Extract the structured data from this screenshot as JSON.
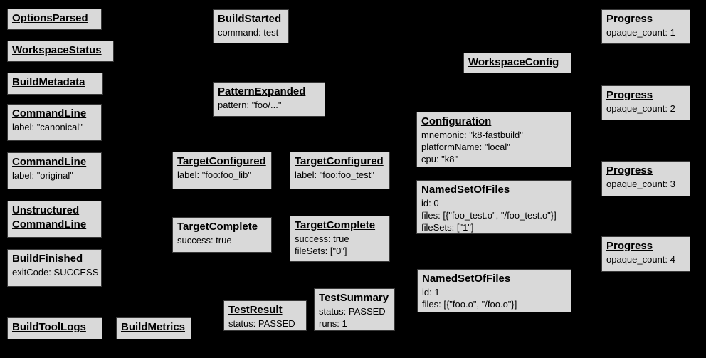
{
  "diagram": {
    "background_color": "#000000",
    "node_fill_color": "#d9d9d9",
    "node_border_color": "#383838",
    "text_color": "#000000"
  },
  "nodes": {
    "options_parsed": {
      "title": "OptionsParsed",
      "lines": []
    },
    "workspace_status": {
      "title": "WorkspaceStatus",
      "lines": []
    },
    "build_metadata": {
      "title": "BuildMetadata",
      "lines": []
    },
    "command_line_canonical": {
      "title": "CommandLine",
      "lines": [
        "label: \"canonical\""
      ]
    },
    "command_line_original": {
      "title": "CommandLine",
      "lines": [
        "label: \"original\""
      ]
    },
    "unstructured_command_line": {
      "title": "Unstructured CommandLine",
      "lines": []
    },
    "build_finished": {
      "title": "BuildFinished",
      "lines": [
        "exitCode: SUCCESS"
      ]
    },
    "build_tool_logs": {
      "title": "BuildToolLogs",
      "lines": []
    },
    "build_metrics": {
      "title": "BuildMetrics",
      "lines": []
    },
    "build_started": {
      "title": "BuildStarted",
      "lines": [
        "command: test"
      ]
    },
    "pattern_expanded": {
      "title": "PatternExpanded",
      "lines": [
        "pattern: \"foo/...\""
      ]
    },
    "target_configured_foo_lib": {
      "title": "TargetConfigured",
      "lines": [
        "label: \"foo:foo_lib\""
      ]
    },
    "target_configured_foo_test": {
      "title": "TargetConfigured",
      "lines": [
        "label: \"foo:foo_test\""
      ]
    },
    "target_complete_foo_lib": {
      "title": "TargetComplete",
      "lines": [
        "success: true"
      ]
    },
    "target_complete_foo_test": {
      "title": "TargetComplete",
      "lines": [
        "success: true",
        "fileSets: [\"0\"]"
      ]
    },
    "test_result": {
      "title": "TestResult",
      "lines": [
        "status: PASSED"
      ]
    },
    "test_summary": {
      "title": "TestSummary",
      "lines": [
        "status: PASSED",
        "runs: 1"
      ]
    },
    "workspace_config": {
      "title": "WorkspaceConfig",
      "lines": []
    },
    "configuration": {
      "title": "Configuration",
      "lines": [
        "mnemonic: \"k8-fastbuild\"",
        "platformName: \"local\"",
        "cpu: \"k8\""
      ]
    },
    "named_set_of_files_0": {
      "title": "NamedSetOfFiles",
      "lines": [
        "id: 0",
        "files: [{\"foo_test.o\", \"/foo_test.o\"}]",
        "fileSets: [\"1\"]"
      ]
    },
    "named_set_of_files_1": {
      "title": "NamedSetOfFiles",
      "lines": [
        "id: 1",
        "files: [{\"foo.o\", \"/foo.o\"}]"
      ]
    },
    "progress_1": {
      "title": "Progress",
      "lines": [
        "opaque_count: 1"
      ]
    },
    "progress_2": {
      "title": "Progress",
      "lines": [
        "opaque_count: 2"
      ]
    },
    "progress_3": {
      "title": "Progress",
      "lines": [
        "opaque_count: 3"
      ]
    },
    "progress_4": {
      "title": "Progress",
      "lines": [
        "opaque_count: 4"
      ]
    }
  }
}
